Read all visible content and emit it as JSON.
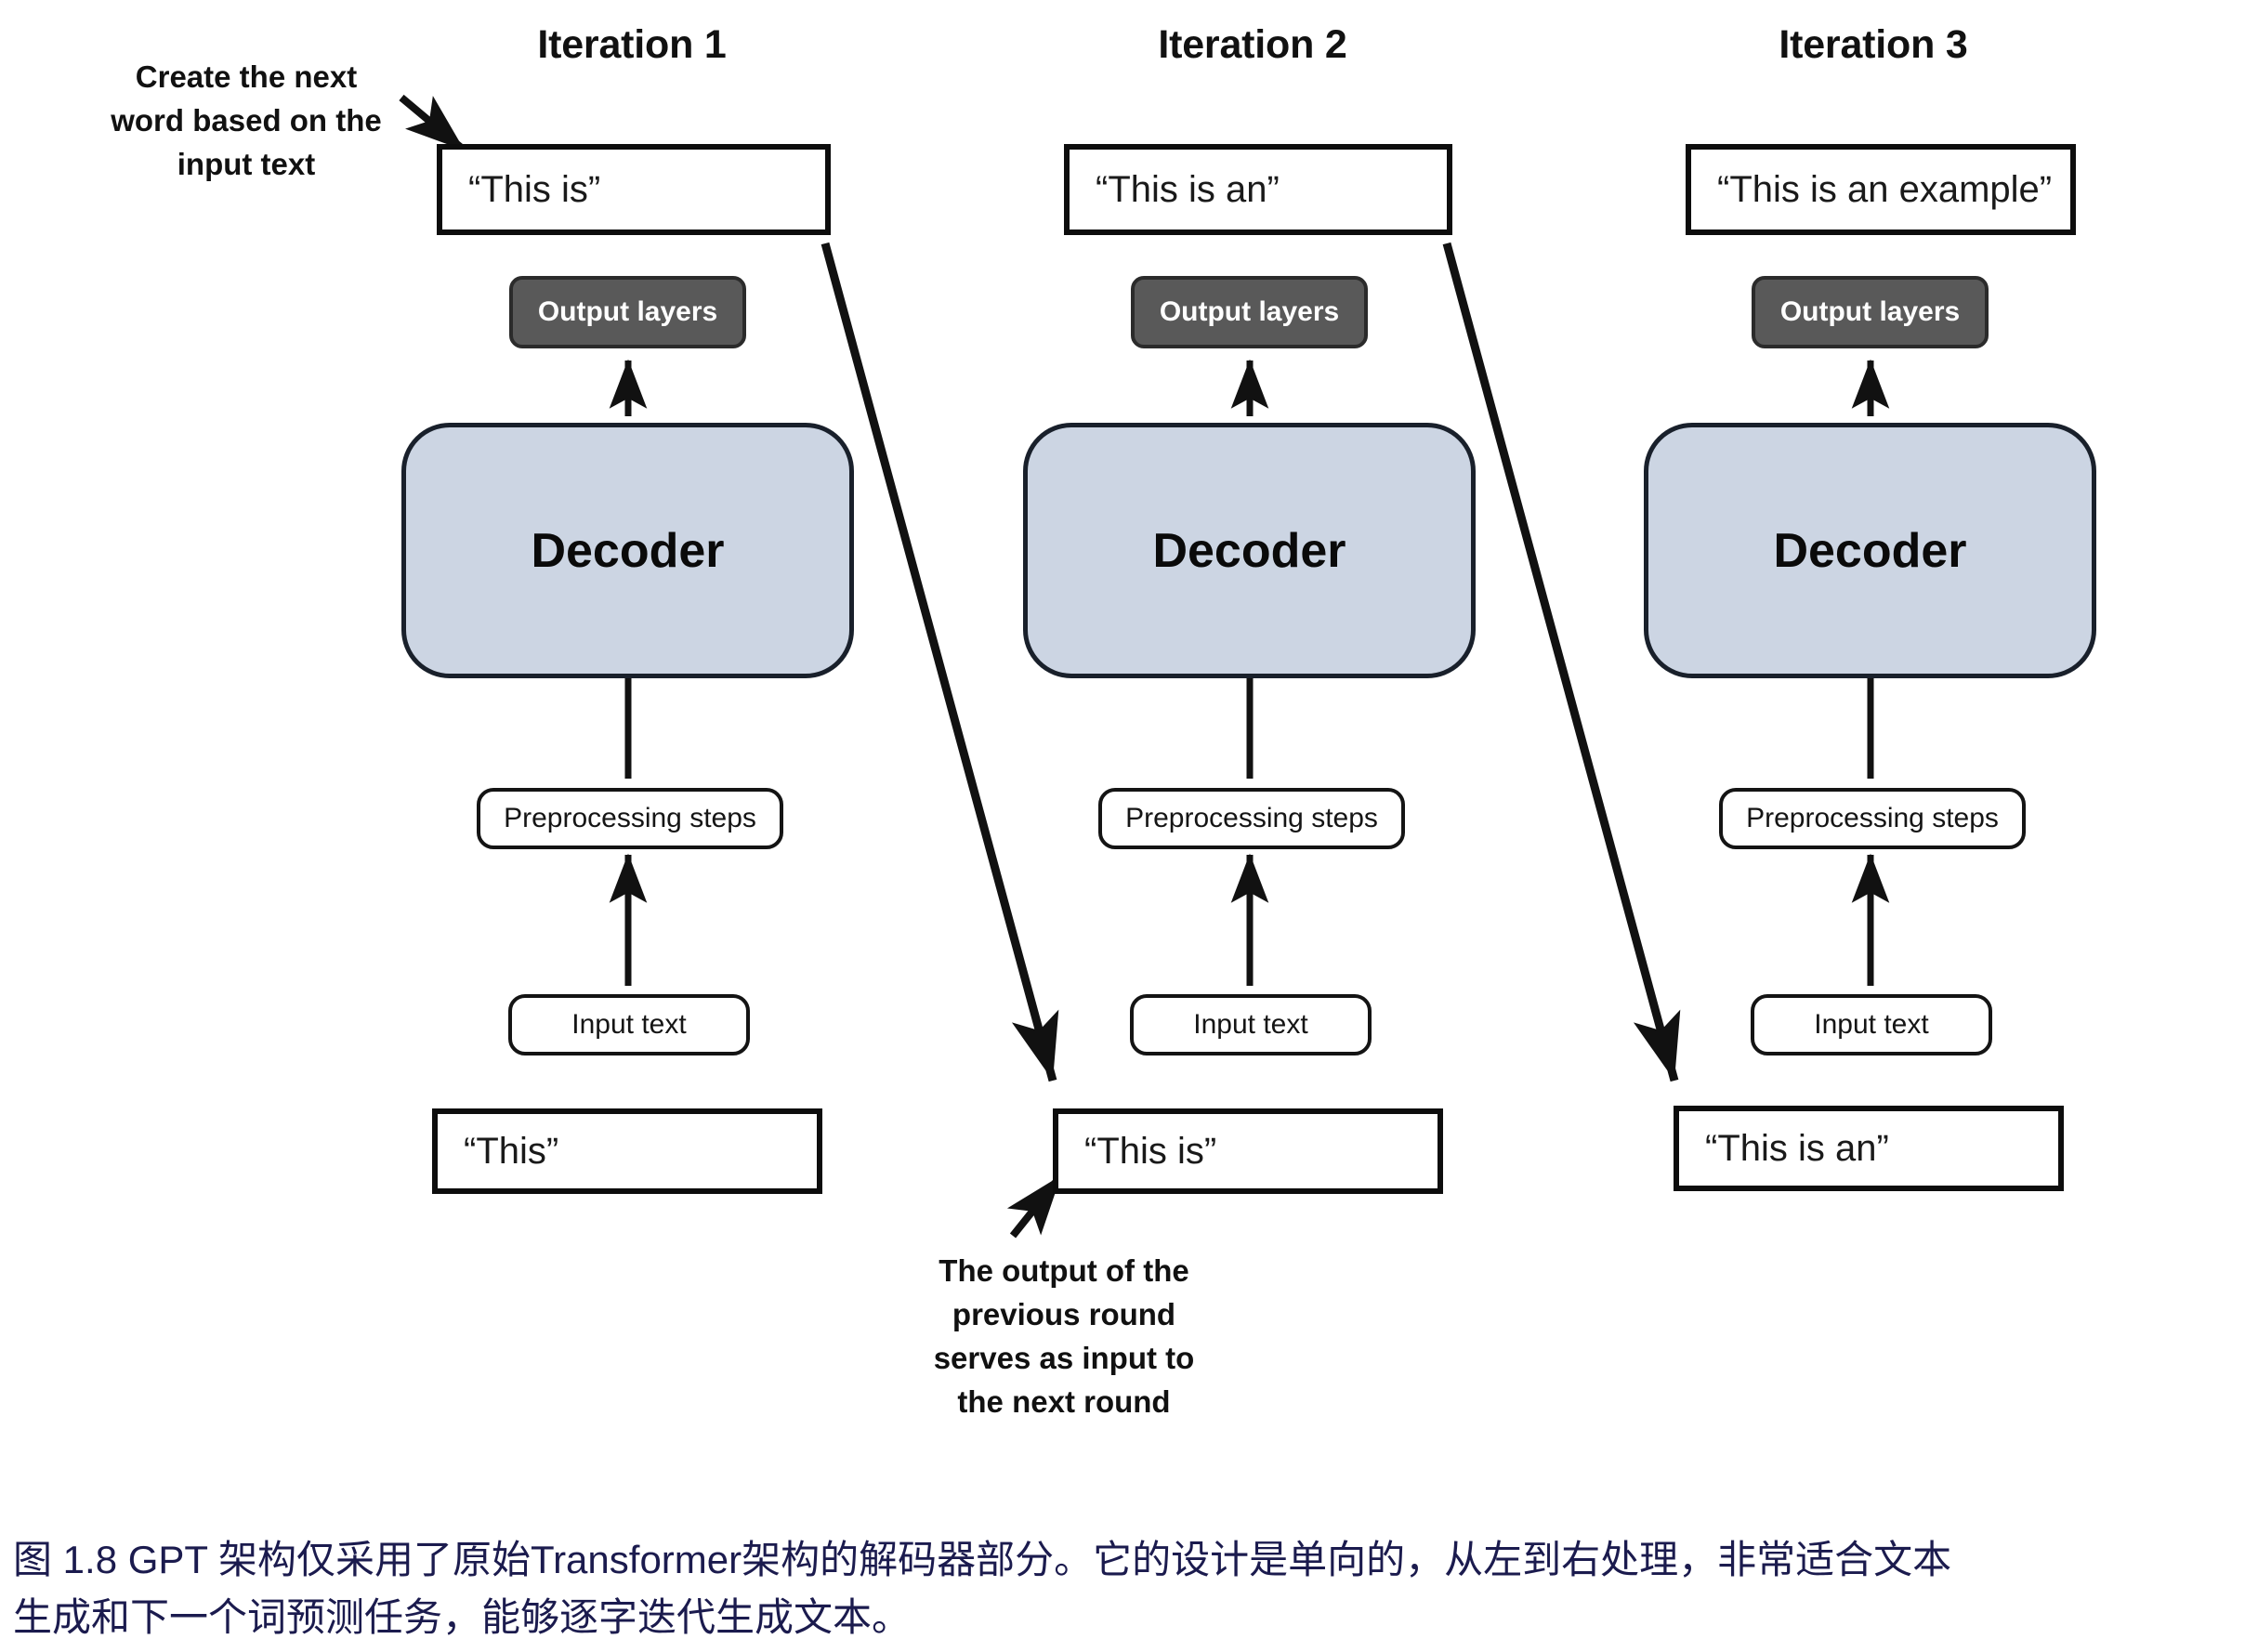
{
  "figure": {
    "columns": [
      {
        "title": "Iteration 1",
        "output_text": "“This is”",
        "output_layers_label": "Output layers",
        "decoder_label": "Decoder",
        "preprocessing_label": "Preprocessing steps",
        "input_label": "Input text",
        "input_text": "“This”"
      },
      {
        "title": "Iteration 2",
        "output_text": "“This is an”",
        "output_layers_label": "Output layers",
        "decoder_label": "Decoder",
        "preprocessing_label": "Preprocessing steps",
        "input_label": "Input text",
        "input_text": "“This is”"
      },
      {
        "title": "Iteration 3",
        "output_text": "“This is an example”",
        "output_layers_label": "Output layers",
        "decoder_label": "Decoder",
        "preprocessing_label": "Preprocessing steps",
        "input_label": "Input text",
        "input_text": "“This is an”"
      }
    ],
    "annotations": {
      "top_left": [
        "Create the next",
        "word based on the",
        "input text"
      ],
      "bottom_center": [
        "The output of the",
        "previous round",
        "serves as input to",
        "the next round"
      ]
    },
    "colors": {
      "decoder_fill": "#ccd5e3",
      "output_layers_fill": "#595959",
      "stroke": "#111111",
      "caption_text": "#1b1b4e"
    }
  },
  "caption": {
    "line1": "图 1.8  GPT 架构仅采用了原始Transformer架构的解码器部分。它的设计是单向的，从左到右处理，非常适合文本",
    "line2": "生成和下一个词预测任务，能够逐字迭代生成文本。"
  }
}
